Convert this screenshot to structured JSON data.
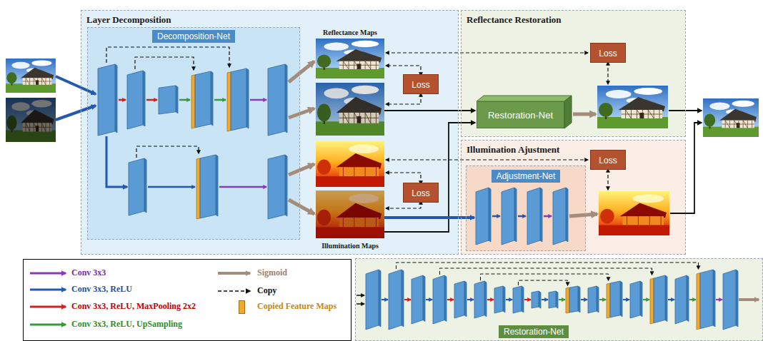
{
  "diagram": {
    "nodes": [
      {
        "text": [
          "Layer Decomposition"
        ]
      },
      {
        "text": [
          "Decomposition-Net"
        ],
        "in": 0
      },
      {
        "text": [
          "Loss"
        ],
        "in": 0
      },
      {
        "text": [
          "Loss"
        ],
        "in": 0
      },
      {
        "text": [
          "Reflectance Restoration"
        ]
      },
      {
        "text": [
          "Loss"
        ],
        "in": 4
      },
      {
        "text": [
          "Restoration-Net"
        ],
        "in": 4
      },
      {
        "text": [
          "Illumination Ajustment"
        ]
      },
      {
        "text": [
          "Loss"
        ],
        "in": 7
      },
      {
        "text": [
          "Adjustment-Net"
        ],
        "in": 7
      },
      {
        "text": [
          "Restoration-Net"
        ]
      }
    ],
    "labels": [
      "Reflectance Maps",
      "Illumination Maps"
    ],
    "legend": [
      {
        "text": "Conv 3x3"
      },
      {
        "text": "Conv 3x3, ReLU"
      },
      {
        "text": "Conv 3x3, ReLU, MaxPooling 2x2"
      },
      {
        "text": "Conv 3x3, ReLU, UpSampling"
      },
      {
        "text": "Sigmoid"
      },
      {
        "text": "Copy"
      },
      {
        "text": "Copied Feature Maps",
        "color": "#f0a830"
      }
    ]
  }
}
